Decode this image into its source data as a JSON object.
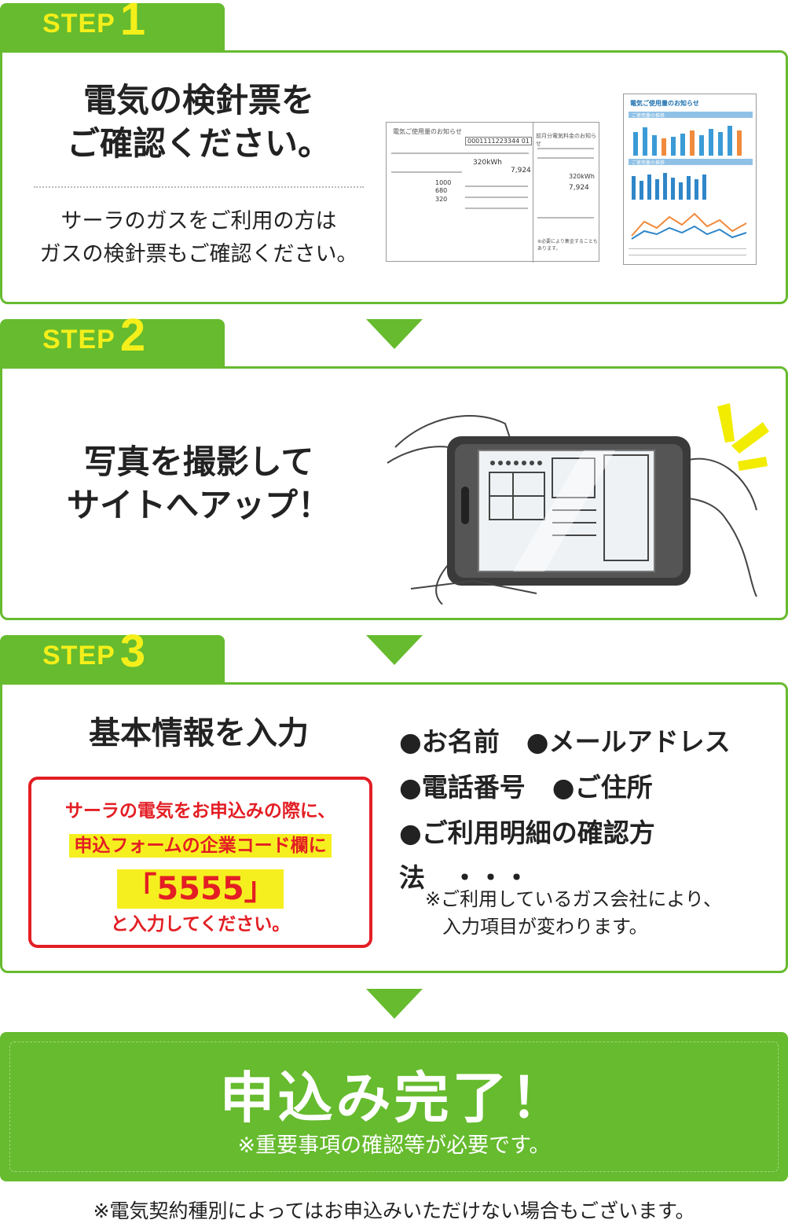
{
  "colors": {
    "brand_green": "#66bb2e",
    "step_yellow": "#f4ef1a",
    "alert_red": "#e31e24",
    "highlight_yellow": "#f6ef1f"
  },
  "step1": {
    "step_label": "STEP",
    "step_num": "1",
    "heading_line1": "電気の検針票を",
    "heading_line2": "ご確認ください。",
    "sub_line1": "サーラのガスをご利用の方は",
    "sub_line2": "ガスの検針票もご確認ください。",
    "doc1": {
      "title": "電気ご使用量のお知らせ",
      "customer_number": "0001111223344 01",
      "usage_value": "320",
      "usage_unit": "kWh",
      "row_values": [
        "1000",
        "680",
        "320"
      ],
      "total": "7,924",
      "right_title": "前月分電気料金のお知らせ",
      "right_total": "7,924",
      "right_usage": "320kWh",
      "footnote": "※必要により集金することもあります。"
    },
    "doc2": {
      "title": "電気ご使用量のお知らせ",
      "section1": "ご使用量の推移",
      "section2": "ご使用量の推移"
    }
  },
  "step2": {
    "step_label": "STEP",
    "step_num": "2",
    "heading_line1": "写真を撮影して",
    "heading_line2": "サイトへアップ！"
  },
  "step3": {
    "step_label": "STEP",
    "step_num": "3",
    "heading": "基本情報を入力",
    "notice_line1": "サーラの電気をお申込みの際に、",
    "notice_line2": "申込フォームの企業コード欄に",
    "notice_code": "「5555」",
    "notice_line4": "と入力してください。",
    "items_row1": [
      "お名前",
      "メールアドレス"
    ],
    "items_row2": [
      "電話番号",
      "ご住所"
    ],
    "items_row3": "ご利用明細の確認方法",
    "items_more": "・・・",
    "bullet": "●",
    "note_line1": "※ご利用しているガス会社により、",
    "note_line2": "入力項目が変わります。"
  },
  "final": {
    "title": "申込み完了！",
    "note": "※重要事項の確認等が必要です。"
  },
  "footer": "※電気契約種別によってはお申込みいただけない場合もございます。"
}
